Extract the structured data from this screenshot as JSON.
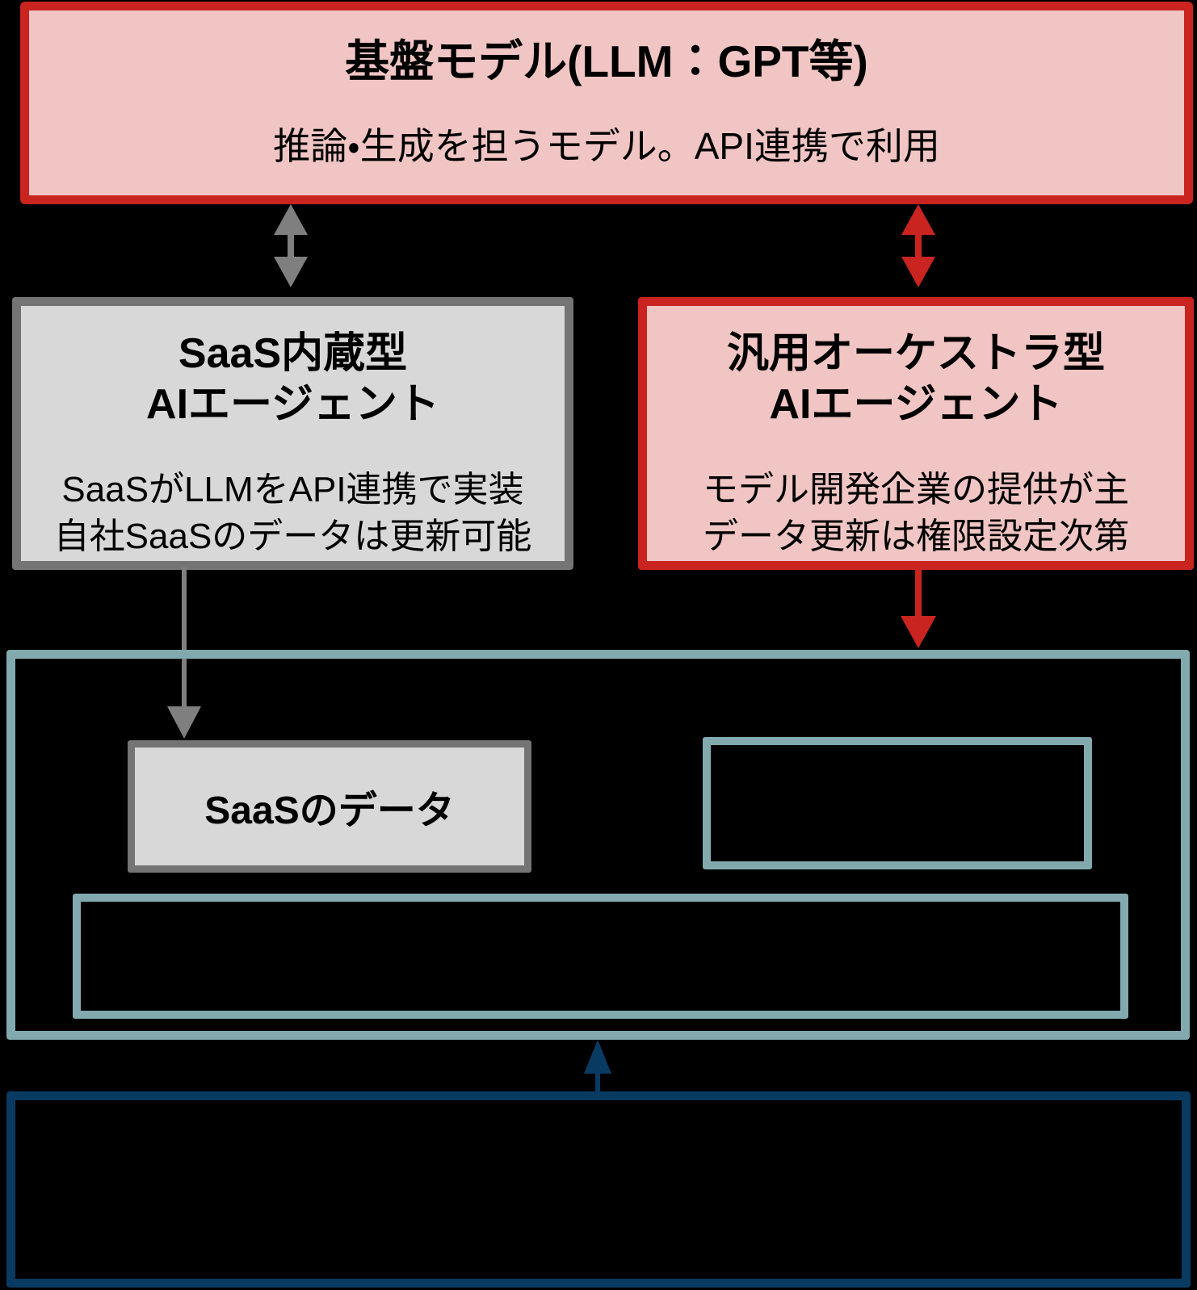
{
  "palette": {
    "background": "#000000",
    "red": "#c9241f",
    "pink": "#f0c5c3",
    "gray_border": "#747474",
    "gray_fill": "#d8d8d8",
    "gray_arrow": "#7f7f7f",
    "teal": "#82aaae",
    "navy": "#093a62",
    "text": "#000000"
  },
  "foundation_box": {
    "title": "基盤モデル(LLM：GPT等)",
    "description": "推論・生成を担うモデル。API連携で利用"
  },
  "saas_agent_box": {
    "title_line1": "SaaS内蔵型",
    "title_line2": "AIエージェント",
    "body_line1": "SaaSがLLMをAPI連携で実装",
    "body_line2": "自社SaaSのデータは更新可能"
  },
  "orchestra_agent_box": {
    "title_line1": "汎用オーケストラ型",
    "title_line2": "AIエージェント",
    "body_line1": "モデル開発企業の提供が主",
    "body_line2": "データ更新は権限設定次第"
  },
  "data_area": {
    "saas_data_box_label": "SaaSのデータ",
    "right_inner_box_label": "",
    "wide_inner_box_label": "",
    "bottom_box_label": ""
  }
}
